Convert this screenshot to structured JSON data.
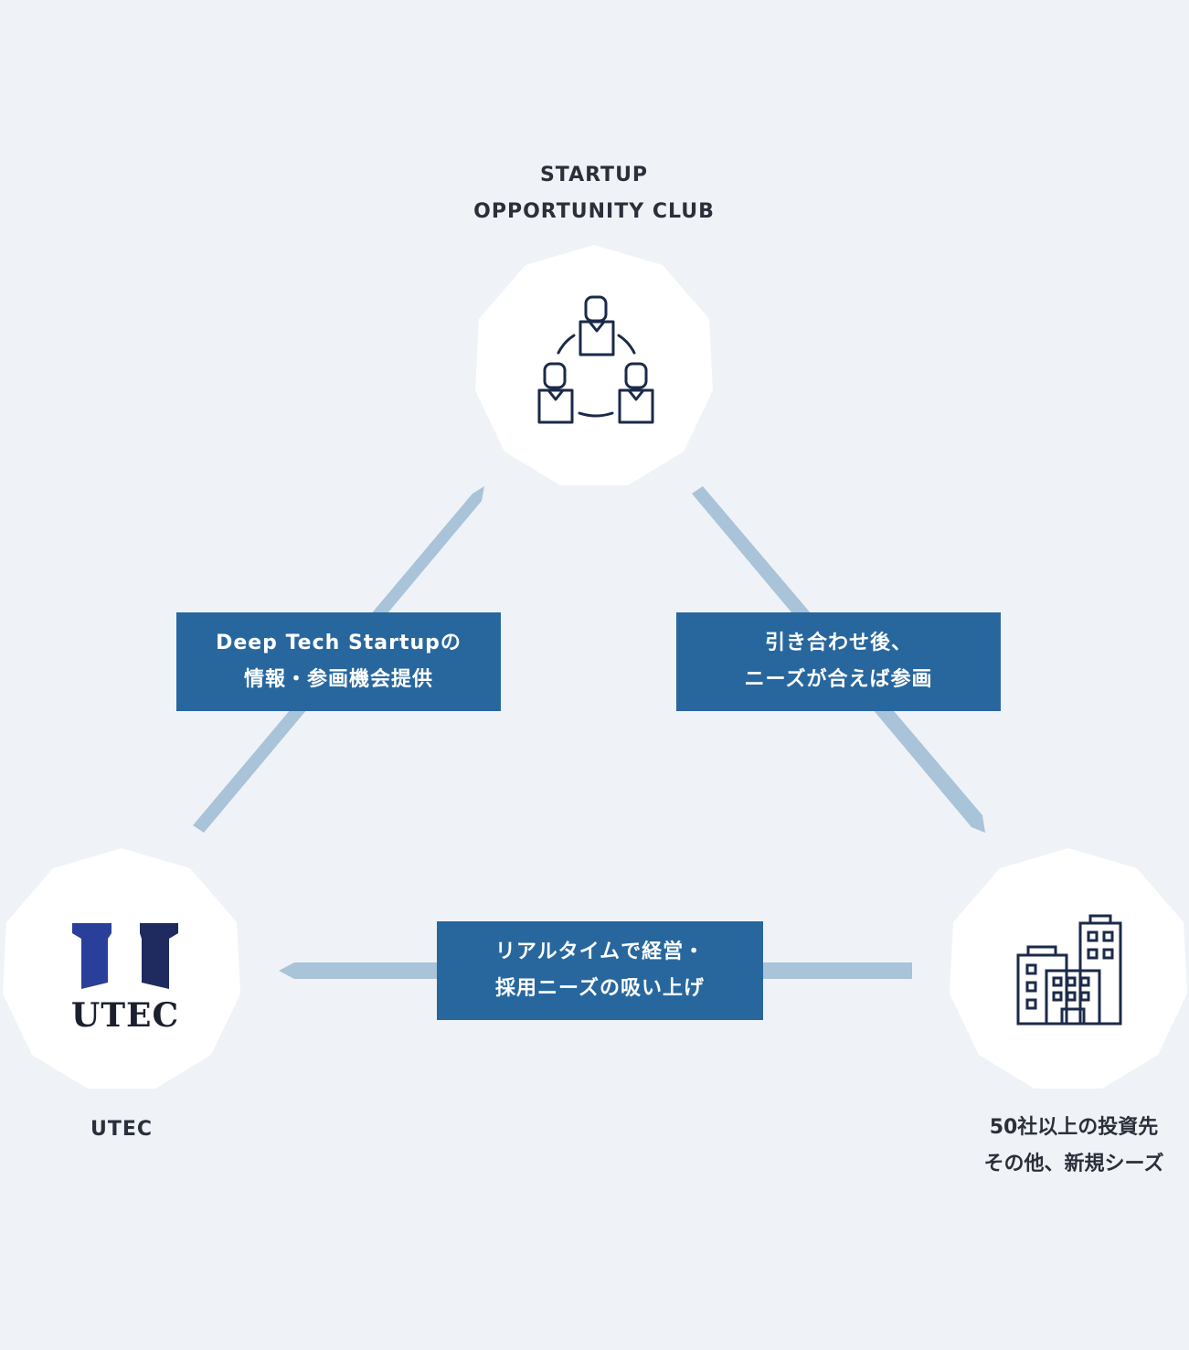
{
  "colors": {
    "background": "#eff3f7",
    "connector": "#a9c3d9",
    "box_fill": "#28679e",
    "box_text": "#ffffff",
    "node_fill": "#ffffff",
    "icon_stroke": "#1b2a4a",
    "utec_blue": "#2a3f99",
    "utec_navy": "#1f2a5e",
    "label_text": "#2b2f3a"
  },
  "nodes": {
    "top": {
      "label_line1": "STARTUP",
      "label_line2": "OPPORTUNITY CLUB",
      "icon": "people-network-icon"
    },
    "left": {
      "label": "UTEC",
      "logo_text": "UTEC",
      "icon": "utec-logo"
    },
    "right": {
      "label_line1": "50社以上の投資先",
      "label_line2": "その他、新規シーズ",
      "icon": "office-buildings-icon"
    }
  },
  "flows": {
    "left": {
      "line1": "Deep Tech Startupの",
      "line2": "情報・参画機会提供"
    },
    "right": {
      "line1": "引き合わせ後、",
      "line2": "ニーズが合えば参画"
    },
    "bottom": {
      "line1": "リアルタイムで経営・",
      "line2": "採用ニーズの吸い上げ"
    }
  }
}
